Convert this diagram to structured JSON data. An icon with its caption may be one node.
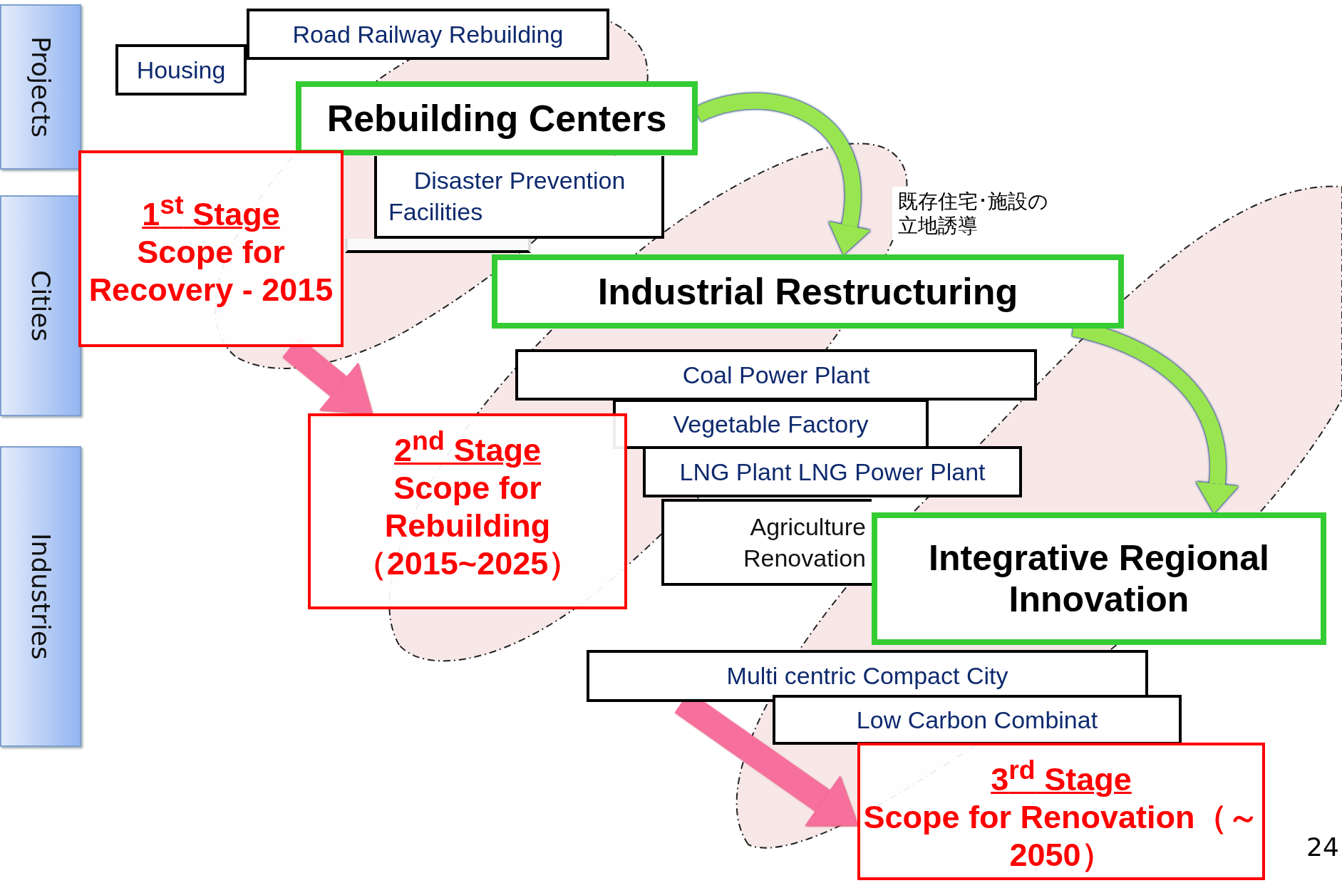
{
  "diagram": {
    "nodes": [
      {
        "text": [
          "Projects"
        ]
      },
      {
        "text": [
          "Cities"
        ]
      },
      {
        "text": [
          "Industries"
        ]
      },
      {
        "text": [
          "Road Railway Rebuilding"
        ]
      },
      {
        "text": [
          "Housing"
        ]
      },
      {
        "text": [
          "Rebuilding Centers"
        ]
      },
      {
        "text": [
          "1$^{st}$ Stage",
          "Scope for Recovery - 2015"
        ]
      },
      {
        "text": [
          "Disaster Prevention Facilities"
        ]
      },
      {
        "text": [],
        "shape": "box"
      },
      {
        "text": [
          "Industrial Restructuring"
        ]
      },
      {
        "text": [
          "Coal Power Plant"
        ]
      },
      {
        "text": [
          "Vegetable Factory"
        ]
      },
      {
        "text": [
          "2$^{nd}$ Stage",
          "Scope for Rebuilding（2015~2025）"
        ]
      },
      {
        "text": [
          "LNG Plant  LNG Power Plant"
        ]
      },
      {
        "text": [
          "Agriculture Renovation"
        ]
      },
      {
        "text": [
          "Integrative Regional Innovation"
        ]
      },
      {
        "text": [
          "Multi centric Compact City"
        ]
      },
      {
        "text": [
          "Low Carbon Combinat"
        ]
      },
      {
        "text": [
          "3$^{rd}$ Stage",
          "Scope for Renovation（～2050）"
        ]
      }
    ],
    "edges": [
      {
        "from": 5,
        "to": 9,
        "arrow": "to",
        "color": "#99e550"
      },
      {
        "from": 9,
        "to": 15,
        "arrow": "to",
        "color": "#99e550"
      },
      {
        "from": 6,
        "to": 12,
        "arrow": "to",
        "color": "#f76f9c"
      },
      {
        "from": 16,
        "to": 18,
        "arrow": "to",
        "color": "#f76f9c"
      }
    ],
    "labels": [
      "既存住宅･施設の立地誘導",
      "24"
    ]
  }
}
